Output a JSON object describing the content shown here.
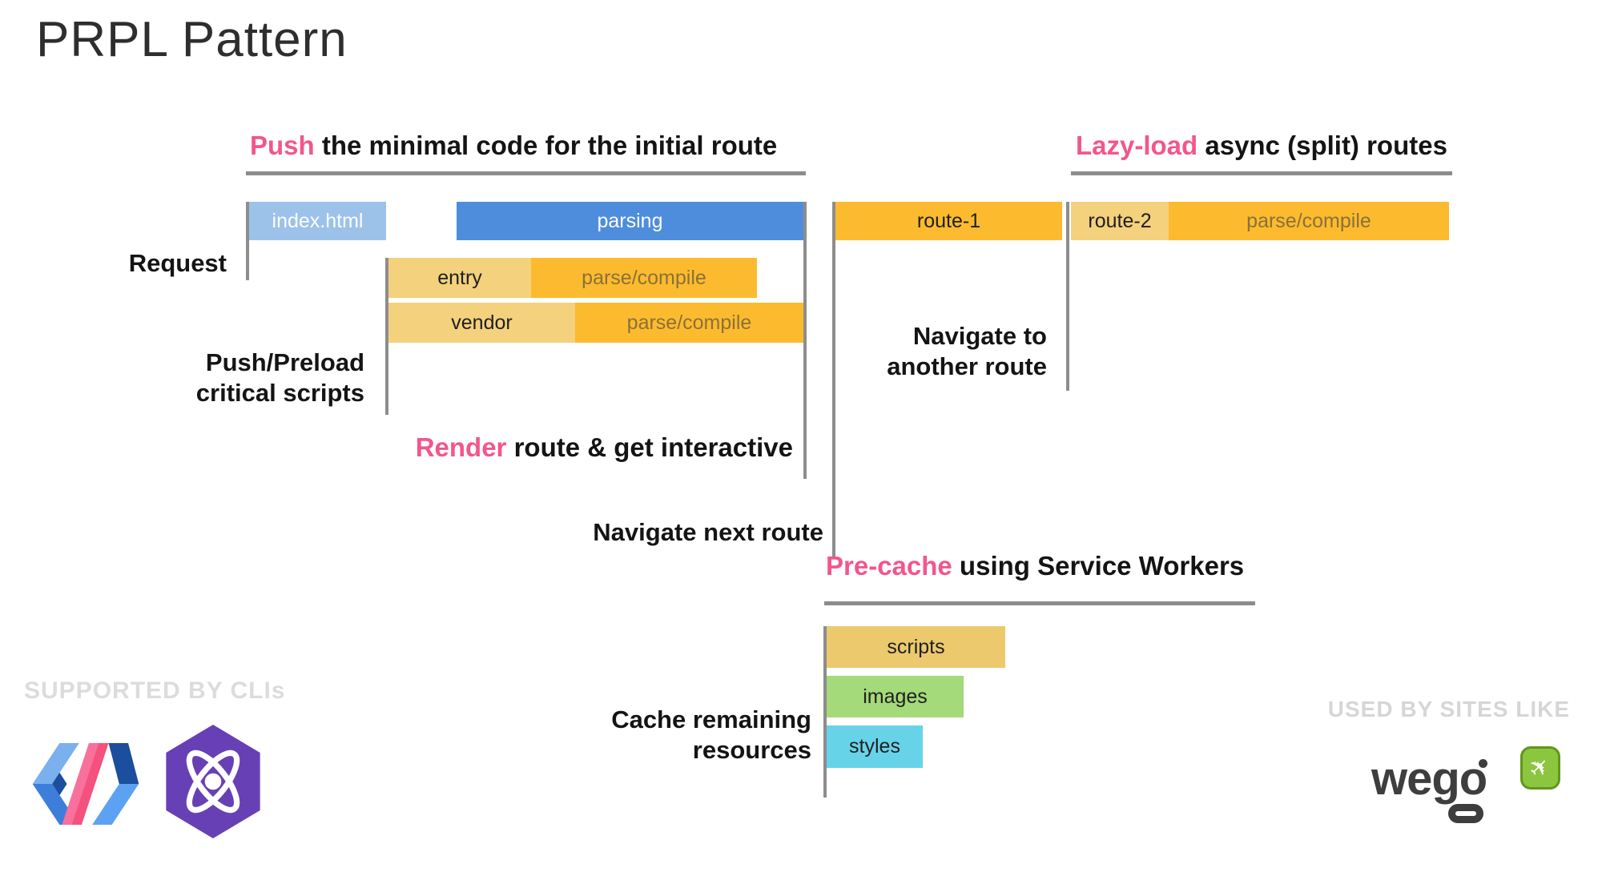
{
  "title": "PRPL Pattern",
  "headings": {
    "push": {
      "highlight": "Push",
      "rest": " the minimal code for the initial route"
    },
    "lazy_load": {
      "highlight": "Lazy-load",
      "rest": " async (split) routes"
    },
    "render": {
      "highlight": "Render",
      "rest": " route & get interactive"
    },
    "pre_cache": {
      "highlight": "Pre-cache",
      "rest": " using Service Workers"
    }
  },
  "labels": {
    "request": "Request",
    "push_preload": "Push/Preload",
    "critical_scripts": "critical scripts",
    "navigate_next": "Navigate next route",
    "navigate_to": "Navigate to",
    "another_route": "another route",
    "cache_remaining": "Cache remaining",
    "resources": "resources"
  },
  "bars": {
    "index_html": "index.html",
    "parsing": "parsing",
    "route1": "route-1",
    "route2": "route-2",
    "parse_compile": "parse/compile",
    "entry": "entry",
    "vendor": "vendor",
    "scripts": "scripts",
    "images": "images",
    "styles": "styles"
  },
  "footer": {
    "supported_by": "SUPPORTED BY CLIs",
    "used_by": "USED BY SITES LIKE",
    "wego_text": "wego",
    "icons": [
      "polymer-logo",
      "preact-logo",
      "wego-airplane-icon"
    ]
  },
  "palette": {
    "accent_pink": "#f2568d",
    "bar_light_blue": "#9cc2e9",
    "bar_blue": "#4e8ddc",
    "bar_orange": "#fcbb2e",
    "bar_light_yellow": "#f4d17d",
    "bar_scripts_yellow": "#ecc96d",
    "bar_images_green": "#a4da79",
    "bar_styles_cyan": "#67d3e9",
    "timeline_gray": "#8c8c8c",
    "parse_compile_text": "#8a7138",
    "footer_gray": "#dcdcdc",
    "wego_dark": "#3e3e3e",
    "wego_green": "#8cc63f",
    "preact_purple": "#6840b5",
    "polymer_blue": "#4285f4",
    "polymer_pink": "#f4517f"
  }
}
